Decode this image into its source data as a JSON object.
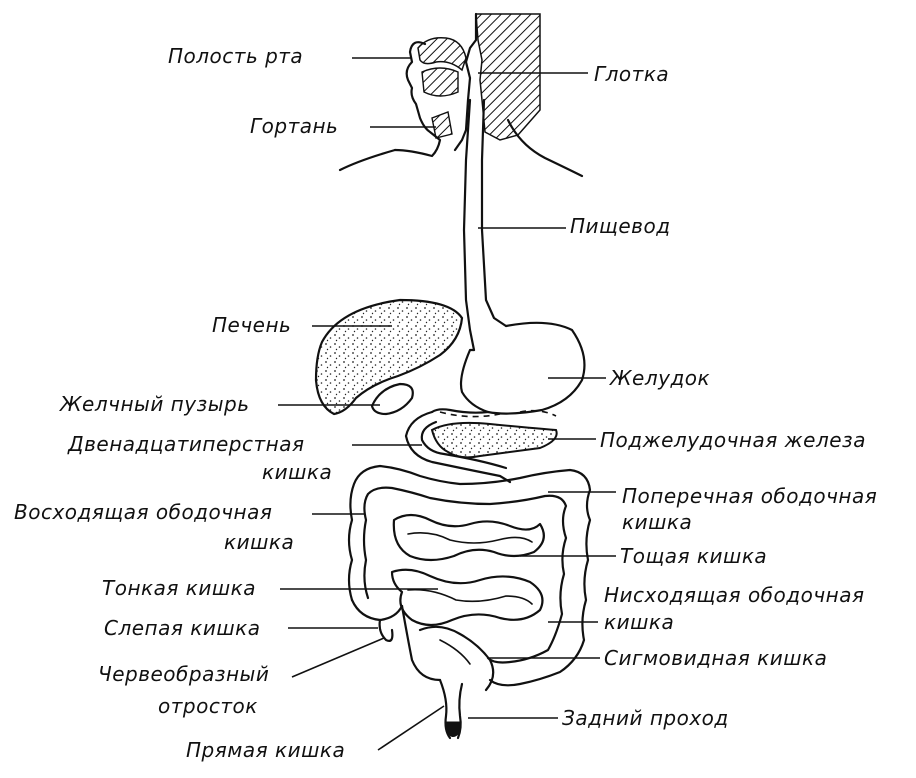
{
  "labels": {
    "mouth": "Полость рта",
    "pharynx": "Глотка",
    "larynx": "Гортань",
    "esophagus": "Пищевод",
    "liver": "Печень",
    "stomach": "Желудок",
    "gallbladder": "Желчный пузырь",
    "pancreas": "Поджелудочная железа",
    "duodenum_1": "Двенадцатиперстная",
    "duodenum_2": "кишка",
    "transverse_1": "Поперечная ободочная",
    "transverse_2": "кишка",
    "ascending_1": "Восходящая ободочная",
    "ascending_2": "кишка",
    "jejunum": "Тощая кишка",
    "small_intestine": "Тонкая кишка",
    "descending_1": "Нисходящая ободочная",
    "descending_2": "кишка",
    "cecum": "Слепая кишка",
    "appendix_1": "Червеобразный",
    "appendix_2": "отросток",
    "sigmoid": "Сигмовидная кишка",
    "anus": "Задний проход",
    "rectum": "Прямая кишка"
  }
}
